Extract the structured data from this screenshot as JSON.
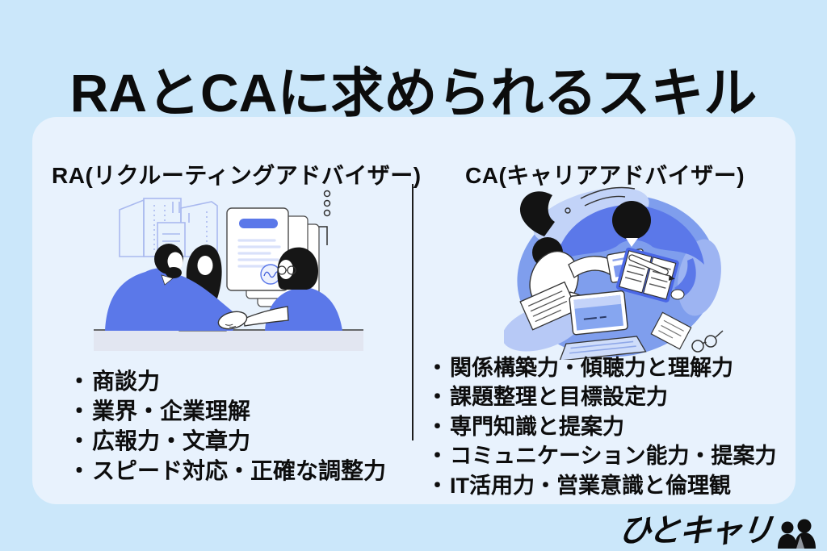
{
  "page": {
    "background_color": "#cbe7fa",
    "card_background_color": "#e8f2fd",
    "text_color": "#111111",
    "accent_blue": "#5b78e9",
    "divider_color": "#1c1c1c"
  },
  "title": "RAとCAに求められるスキル",
  "list_marker": "・",
  "columns": {
    "ra": {
      "heading": "RA(リクルーティングアドバイザー)",
      "illustration": "handshake-meeting-illustration",
      "skills": [
        "商談力",
        "業界・企業理解",
        "広報力・文章力",
        "スピード対応・正確な調整力"
      ]
    },
    "ca": {
      "heading": "CA(キャリアアドバイザー)",
      "illustration": "desk-collaboration-illustration",
      "skills": [
        "関係構築力・傾聴力と理解力",
        "課題整理と目標設定力",
        "専門知識と提案力",
        "コミュニケーション能力・提案力",
        "IT活用力・営業意識と倫理観"
      ]
    }
  },
  "logo": {
    "text": "ひとキャリ",
    "icon": "two-people-icon"
  }
}
